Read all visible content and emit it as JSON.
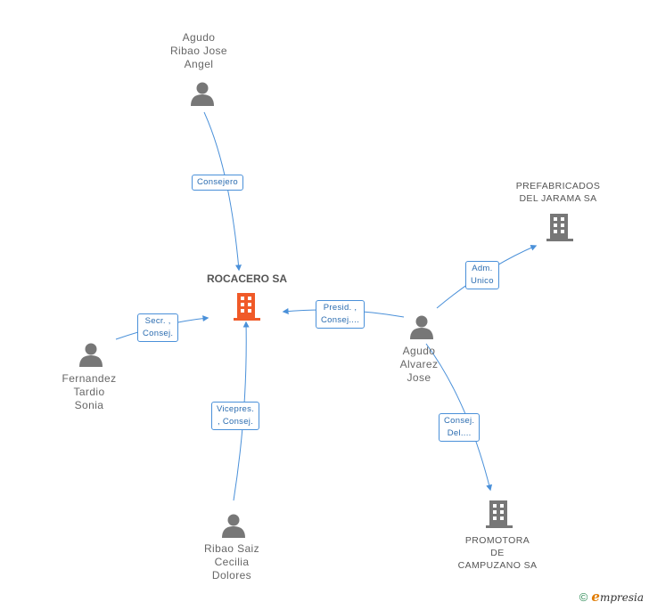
{
  "center": {
    "name": "ROCACERO SA",
    "color": "#f05a28"
  },
  "persons": [
    {
      "id": "agudo-ribao",
      "lines": [
        "Agudo",
        "Ribao Jose",
        "Angel"
      ]
    },
    {
      "id": "fernandez-tardio",
      "lines": [
        "Fernandez",
        "Tardio",
        "Sonia"
      ]
    },
    {
      "id": "ribao-saiz",
      "lines": [
        "Ribao Saiz",
        "Cecilia",
        "Dolores"
      ]
    },
    {
      "id": "agudo-alvarez",
      "lines": [
        "Agudo",
        "Alvarez",
        "Jose"
      ]
    }
  ],
  "companies": [
    {
      "id": "prefabricados",
      "lines": [
        "PREFABRICADOS",
        "DEL JARAMA SA"
      ]
    },
    {
      "id": "promotora",
      "lines": [
        "PROMOTORA",
        "DE",
        "CAMPUZANO SA"
      ]
    }
  ],
  "relations": [
    {
      "id": "consejero",
      "lines": [
        "Consejero"
      ]
    },
    {
      "id": "secr",
      "lines": [
        "Secr. ,",
        "Consej."
      ]
    },
    {
      "id": "vicepres",
      "lines": [
        "Vicepres.",
        ", Consej."
      ]
    },
    {
      "id": "presid",
      "lines": [
        "Presid. ,",
        "Consej...."
      ]
    },
    {
      "id": "adm",
      "lines": [
        "Adm.",
        "Unico"
      ]
    },
    {
      "id": "consej-del",
      "lines": [
        "Consej.",
        "Del...."
      ]
    }
  ],
  "footer": {
    "copyright": "©",
    "brand_initial": "e",
    "brand_rest": "mpresia"
  },
  "colors": {
    "edge": "#4a90d9",
    "icon_gray": "#777777",
    "label_gray": "#666666"
  }
}
